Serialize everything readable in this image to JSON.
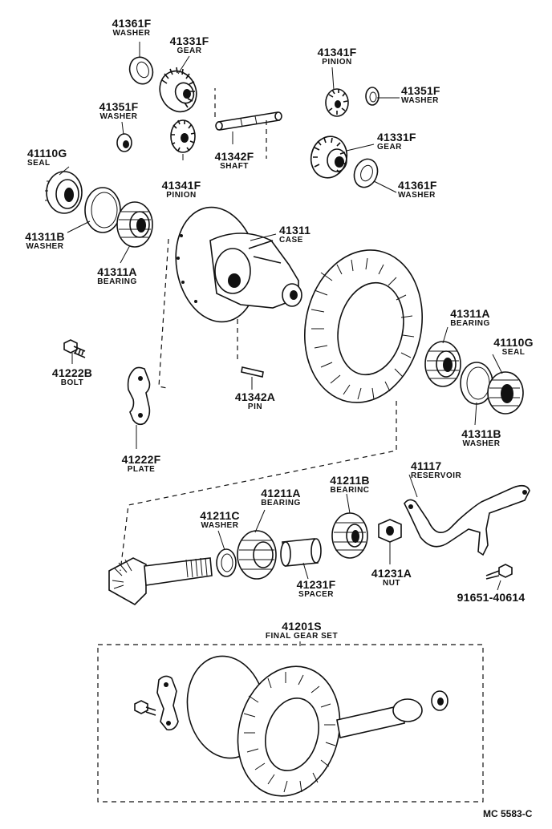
{
  "parts": [
    {
      "number": "41361F",
      "name": "WASHER"
    },
    {
      "number": "41331F",
      "name": "GEAR"
    },
    {
      "number": "41351F",
      "name": "WASHER"
    },
    {
      "number": "41341F",
      "name": "PINION"
    },
    {
      "number": "41342F",
      "name": "SHAFT"
    },
    {
      "number": "41110G",
      "name": "SEAL"
    },
    {
      "number": "41311B",
      "name": "WASHER"
    },
    {
      "number": "41311A",
      "name": "BEARING"
    },
    {
      "number": "41341F",
      "name": "PINION"
    },
    {
      "number": "41351F",
      "name": "WASHER"
    },
    {
      "number": "41331F",
      "name": "GEAR"
    },
    {
      "number": "41361F",
      "name": "WASHER"
    },
    {
      "number": "41311",
      "name": "CASE"
    },
    {
      "number": "41222B",
      "name": "BOLT"
    },
    {
      "number": "41342A",
      "name": "PIN"
    },
    {
      "number": "41222F",
      "name": "PLATE"
    },
    {
      "number": "41311A",
      "name": "BEARING"
    },
    {
      "number": "41110G",
      "name": "SEAL"
    },
    {
      "number": "41311B",
      "name": "WASHER"
    },
    {
      "number": "41117",
      "name": "RESERVOIR"
    },
    {
      "number": "41211B",
      "name": "BEARINC"
    },
    {
      "number": "41211A",
      "name": "BEARING"
    },
    {
      "number": "41211C",
      "name": "WASHER"
    },
    {
      "number": "41231F",
      "name": "SPACER"
    },
    {
      "number": "41231A",
      "name": "NUT"
    },
    {
      "number": "91651-40614",
      "name": ""
    },
    {
      "number": "41201S",
      "name": "FINAL GEAR SET"
    }
  ],
  "diagram_code": "MC 5583-C"
}
